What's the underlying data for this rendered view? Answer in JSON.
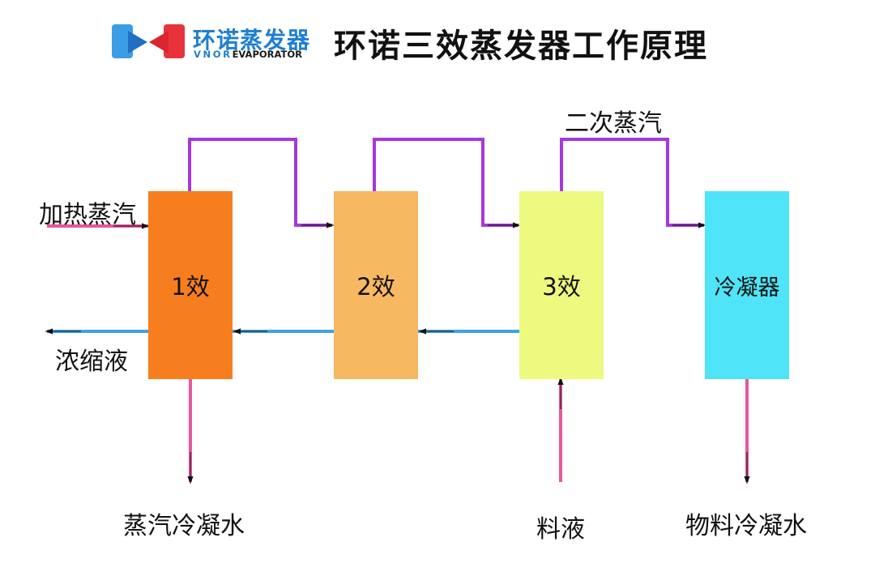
{
  "brand": {
    "name_cn": "环诺蒸发器",
    "name_en_prefix": "VNOR",
    "name_en_suffix": "EVAPORATOR"
  },
  "title": "环诺三效蒸发器工作原理",
  "units": [
    {
      "label": "1效",
      "color": "#f77e1e"
    },
    {
      "label": "2效",
      "color": "#f6b861"
    },
    {
      "label": "3效",
      "color": "#edf97f"
    },
    {
      "label": "冷凝器",
      "color": "#4fe4f7"
    }
  ],
  "labels": {
    "heating_steam": "加热蒸汽",
    "concentrate": "浓缩液",
    "secondary_steam": "二次蒸汽",
    "steam_condensate": "蒸汽冷凝水",
    "feed_liquid": "料液",
    "material_condensate": "物料冷凝水"
  },
  "colors": {
    "steam_line": "#a637e0",
    "liquid_line": "#3fa2e6",
    "condensate_line": "#e8579c",
    "logo_blue": "#1f7fd1",
    "logo_red": "#e8333a"
  }
}
